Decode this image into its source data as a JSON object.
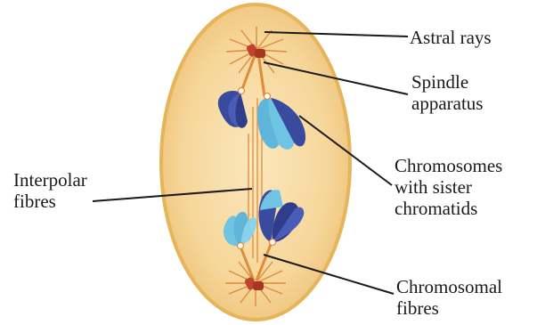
{
  "labels": {
    "astral_rays": [
      "Astral rays"
    ],
    "spindle_apparatus": [
      "Spindle",
      "apparatus"
    ],
    "chromosomes": [
      "Chromosomes",
      "with sister",
      "chromatids"
    ],
    "interpolar_fibres": [
      "Interpolar",
      "fibres"
    ],
    "chromosomal_fibres": [
      "Chromosomal",
      "fibres"
    ]
  },
  "colors": {
    "cell_fill": "#f6d79a",
    "cell_outline": "#e8b75a",
    "centriole": "#c0432e",
    "fibre": "#e08a3a",
    "chromatid_dark": "#3a4a9e",
    "chromatid_light": "#6fc4e4",
    "leader_line": "#1a1a1a"
  }
}
